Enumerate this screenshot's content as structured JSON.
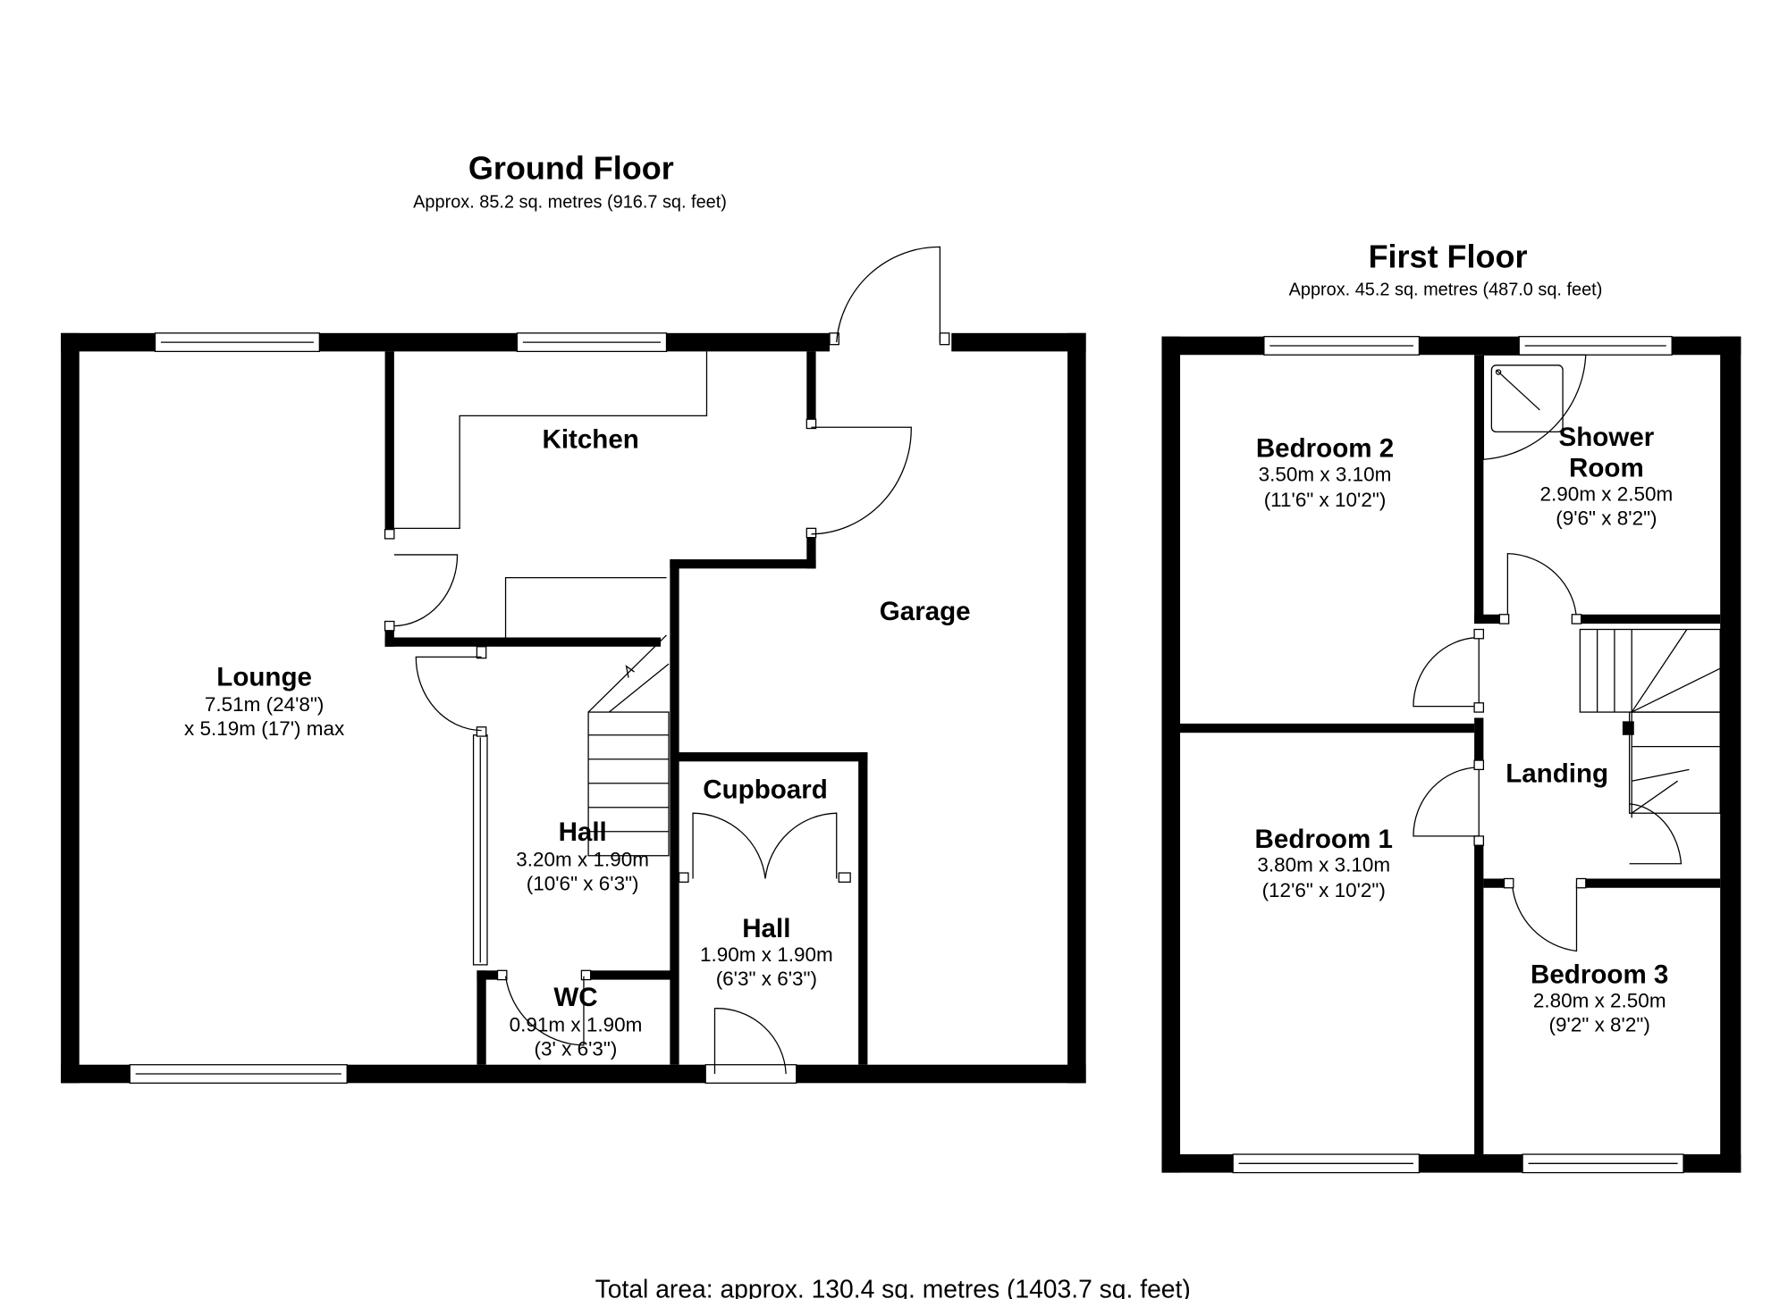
{
  "ground_floor": {
    "title": "Ground Floor",
    "area": "Approx. 85.2 sq. metres (916.7 sq. feet)",
    "rooms": {
      "kitchen": {
        "name": "Kitchen"
      },
      "lounge": {
        "name": "Lounge",
        "dim_metric": "7.51m (24'8\")",
        "dim_imperial": "x 5.19m (17') max"
      },
      "garage": {
        "name": "Garage"
      },
      "cupboard": {
        "name": "Cupboard"
      },
      "hall": {
        "name": "Hall",
        "dim_metric": "3.20m x 1.90m",
        "dim_imperial": "(10'6\" x 6'3\")"
      },
      "hall2": {
        "name": "Hall",
        "dim_metric": "1.90m x 1.90m",
        "dim_imperial": "(6'3\" x 6'3\")"
      },
      "wc": {
        "name": "WC",
        "dim_metric": "0.91m x 1.90m",
        "dim_imperial": "(3' x 6'3\")"
      }
    }
  },
  "first_floor": {
    "title": "First Floor",
    "area": "Approx. 45.2 sq. metres (487.0 sq. feet)",
    "rooms": {
      "bedroom2": {
        "name": "Bedroom 2",
        "dim_metric": "3.50m x 3.10m",
        "dim_imperial": "(11'6\" x 10'2\")"
      },
      "shower": {
        "name_line1": "Shower",
        "name_line2": "Room",
        "dim_metric": "2.90m x 2.50m",
        "dim_imperial": "(9'6\" x 8'2\")"
      },
      "landing": {
        "name": "Landing"
      },
      "bedroom1": {
        "name": "Bedroom 1",
        "dim_metric": "3.80m x 3.10m",
        "dim_imperial": "(12'6\" x 10'2\")"
      },
      "bedroom3": {
        "name": "Bedroom 3",
        "dim_metric": "2.80m x 2.50m",
        "dim_imperial": "(9'2\" x 8'2\")"
      }
    }
  },
  "total_area": "Total area: approx. 130.4 sq. metres (1403.7 sq. feet)",
  "colors": {
    "wall": "#000000",
    "background": "#ffffff"
  }
}
